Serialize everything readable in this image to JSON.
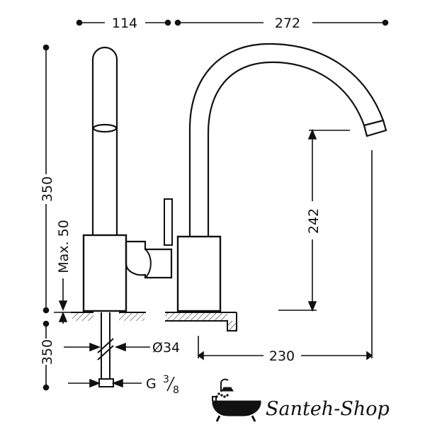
{
  "dimensions": {
    "body_depth": "114",
    "spout_reach": "272",
    "total_height": "350",
    "spout_height": "242",
    "max_deck": "Max. 50",
    "hose_length": "350",
    "hole_diameter": "Ø34",
    "outlet_distance": "230",
    "thread_prefix": "G",
    "thread_frac_num": "3",
    "thread_frac_den": "8"
  },
  "brand": {
    "name": "Santeh-Shop",
    "logo_icon": "bathtub-shower-icon"
  },
  "colors": {
    "ink": "#111111",
    "background": "#ffffff"
  }
}
